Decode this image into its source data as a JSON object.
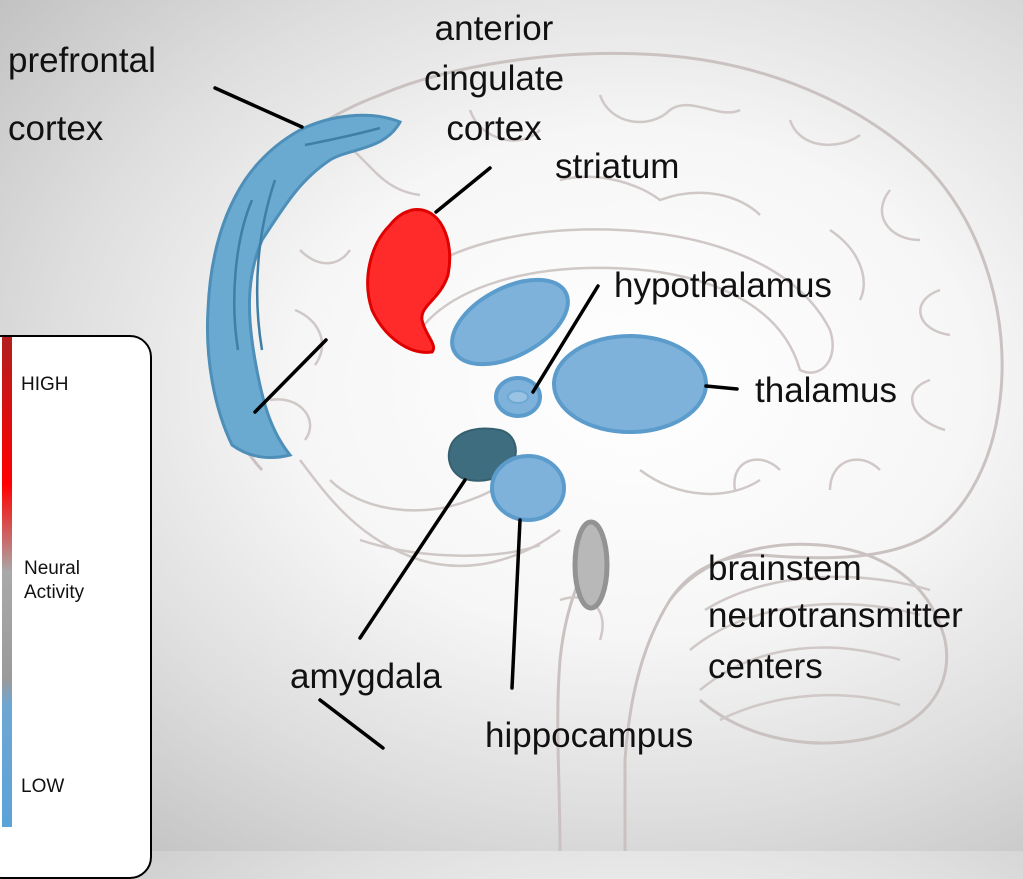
{
  "labels": {
    "prefrontal_1": "prefrontal",
    "prefrontal_2": "cortex",
    "acc_1": "anterior",
    "acc_2": "cingulate",
    "acc_3": "cortex",
    "striatum": "striatum",
    "hypothalamus": "hypothalamus",
    "thalamus": "thalamus",
    "brainstem_1": "brainstem",
    "brainstem_2": "neurotransmitter",
    "brainstem_3": "centers",
    "amygdala": "amygdala",
    "hippocampus": "hippocampus"
  },
  "legend": {
    "high": "HIGH",
    "title_1": "Neural",
    "title_2": "Activity",
    "low": "LOW"
  },
  "colors": {
    "high_activity": "#ff2b2b",
    "low_activity": "#6fa8d6",
    "medium_gray": "#9e9e9e",
    "dark_teal": "#3f6d80"
  }
}
